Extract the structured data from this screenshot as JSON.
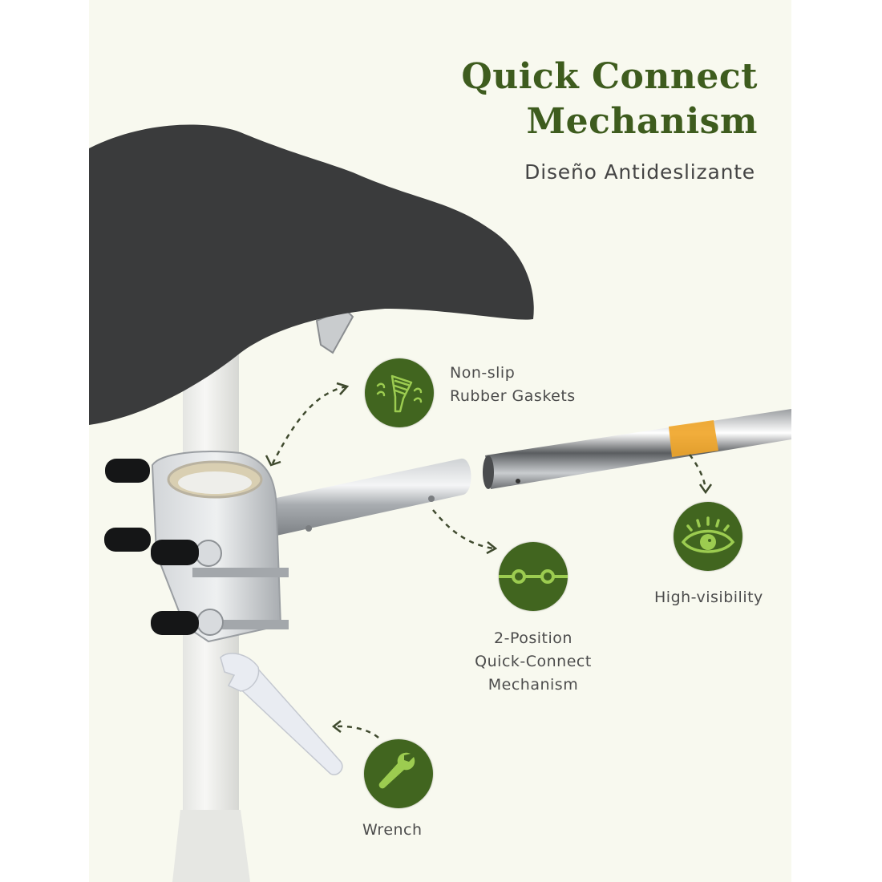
{
  "header": {
    "title_line1": "Quick Connect",
    "title_line2": "Mechanism",
    "subtitle": "Diseño Antideslizante"
  },
  "features": [
    {
      "icon": "rubber-gasket-icon",
      "label_line1": "Non-slip",
      "label_line2": "Rubber Gaskets"
    },
    {
      "icon": "two-position-connect-icon",
      "label_line1": "2-Position",
      "label_line2": "Quick-Connect",
      "label_line3": "Mechanism"
    },
    {
      "icon": "eye-icon",
      "label_line1": "High-visibility"
    },
    {
      "icon": "wrench-icon",
      "label_line1": "Wrench"
    }
  ],
  "colors": {
    "background": "#f8f9ef",
    "title_green": "#3e5c1e",
    "badge_green": "#41651f",
    "icon_lime": "#9ccc50",
    "reflector_orange": "#f0a62a"
  }
}
